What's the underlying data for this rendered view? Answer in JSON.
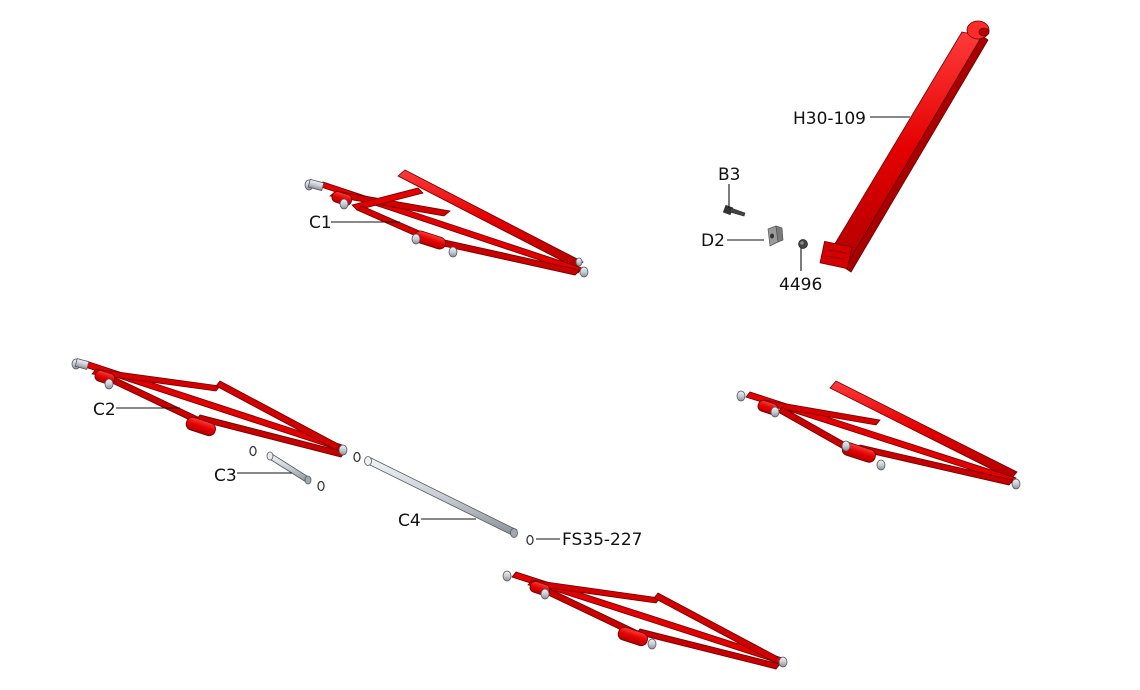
{
  "colors": {
    "part_red": "#e30000",
    "part_red_dark": "#a80000",
    "part_red_light": "#ff3030",
    "metal": "#c8ccd3",
    "metal_dark": "#8a9099",
    "bracket": "#9a9a9a",
    "background": "#ffffff"
  },
  "callouts": {
    "c1": "C1",
    "c2": "C2",
    "c3": "C3",
    "c4": "C4",
    "b3": "B3",
    "d2": "D2",
    "n4496": "4496",
    "h30_109": "H30-109",
    "fs35_227": "FS35-227"
  }
}
